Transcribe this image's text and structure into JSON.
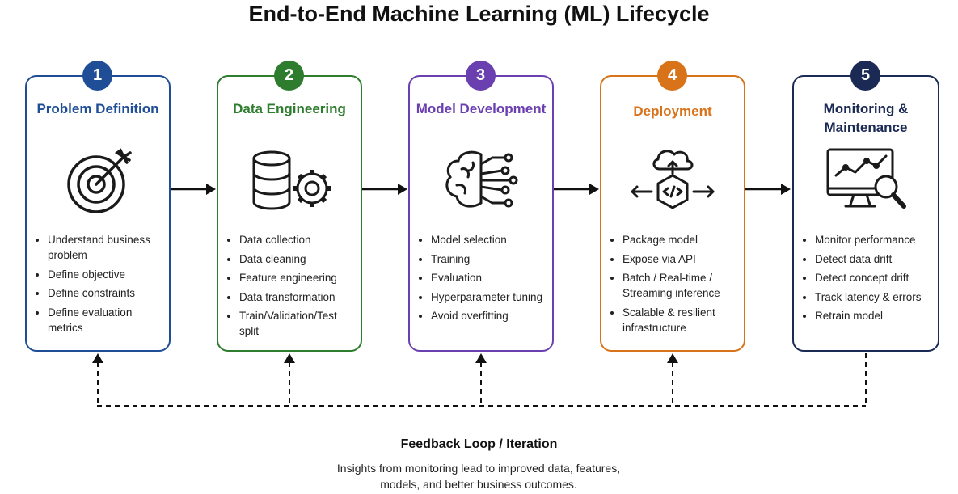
{
  "title": "End-to-End Machine Learning (ML) Lifecycle",
  "stages": [
    {
      "number": "1",
      "title": "Problem Definition",
      "color": "#1f4e96",
      "icon": "target-icon",
      "bullets": [
        "Understand business problem",
        "Define objective",
        "Define constraints",
        "Define evaluation metrics"
      ]
    },
    {
      "number": "2",
      "title": "Data Engineering",
      "color": "#2e7d2e",
      "icon": "database-gear-icon",
      "bullets": [
        "Data collection",
        "Data cleaning",
        "Feature engineering",
        "Data transformation",
        "Train/Validation/Test split"
      ]
    },
    {
      "number": "3",
      "title": "Model Development",
      "color": "#6a3fb0",
      "icon": "brain-network-icon",
      "bullets": [
        "Model selection",
        "Training",
        "Evaluation",
        "Hyperparameter tuning",
        "Avoid overfitting"
      ]
    },
    {
      "number": "4",
      "title": "Deployment",
      "color": "#d9731a",
      "icon": "cloud-deploy-icon",
      "bullets": [
        "Package model",
        "Expose via API",
        "Batch / Real-time / Streaming inference",
        "Scalable & resilient infrastructure"
      ]
    },
    {
      "number": "5",
      "title": "Monitoring & Maintenance",
      "color": "#1b2a55",
      "icon": "monitor-magnifier-icon",
      "bullets": [
        "Monitor performance",
        "Detect data drift",
        "Detect concept drift",
        "Track latency & errors",
        "Retrain model"
      ]
    }
  ],
  "feedback": {
    "title": "Feedback Loop / Iteration",
    "description": "Insights from monitoring lead to improved data, features, models, and better business outcomes."
  }
}
